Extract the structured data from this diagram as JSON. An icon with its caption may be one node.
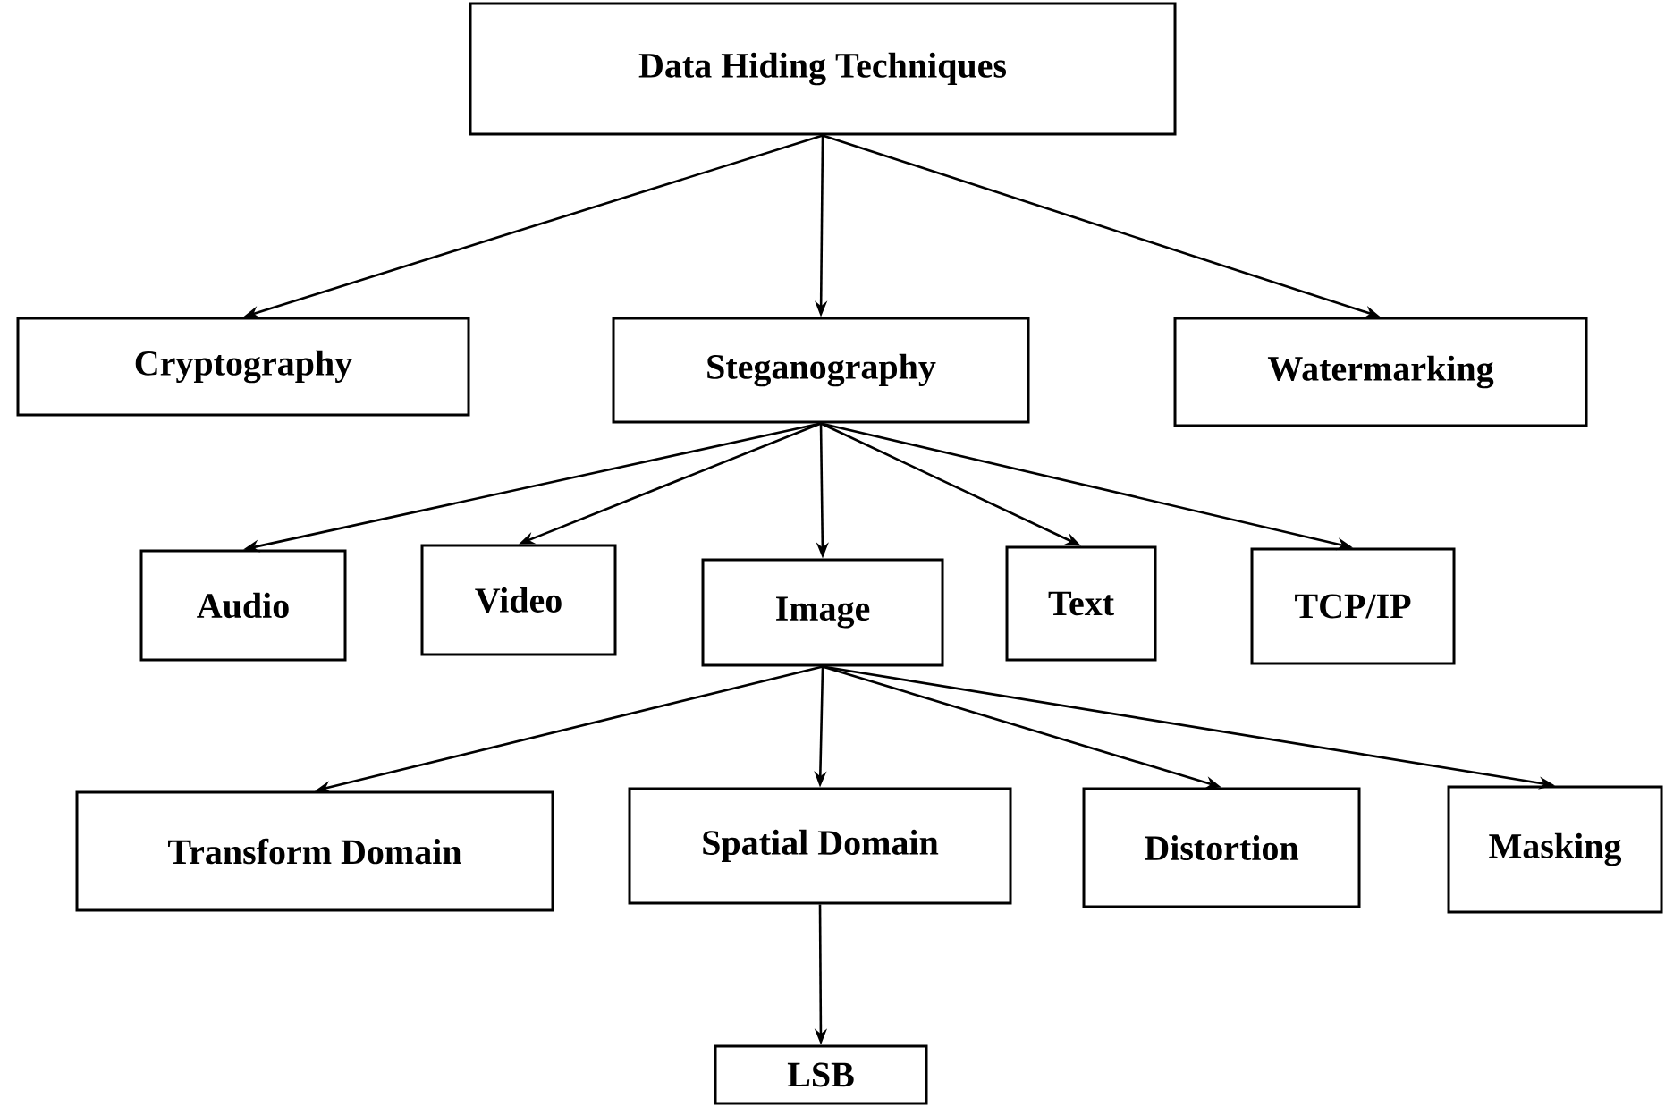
{
  "diagram": {
    "nodes": [
      {
        "text": [
          "Data Hiding Techniques"
        ]
      },
      {
        "text": [
          "Cryptography"
        ]
      },
      {
        "text": [
          "Steganography"
        ]
      },
      {
        "text": [
          "Watermarking"
        ]
      },
      {
        "text": [
          "Audio"
        ]
      },
      {
        "text": [
          "Video"
        ]
      },
      {
        "text": [
          "Image"
        ]
      },
      {
        "text": [
          "Text"
        ]
      },
      {
        "text": [
          "TCP/IP"
        ]
      },
      {
        "text": [
          "Transform Domain"
        ]
      },
      {
        "text": [
          "Spatial Domain"
        ]
      },
      {
        "text": [
          "Distortion"
        ]
      },
      {
        "text": [
          "Masking"
        ]
      },
      {
        "text": [
          "LSB"
        ]
      }
    ],
    "edges": [
      {
        "from": 0,
        "to": 1,
        "arrow": "to"
      },
      {
        "from": 0,
        "to": 2,
        "arrow": "to"
      },
      {
        "from": 0,
        "to": 3,
        "arrow": "to"
      },
      {
        "from": 2,
        "to": 4,
        "arrow": "to"
      },
      {
        "from": 2,
        "to": 5,
        "arrow": "to"
      },
      {
        "from": 2,
        "to": 6,
        "arrow": "to"
      },
      {
        "from": 2,
        "to": 7,
        "arrow": "to"
      },
      {
        "from": 2,
        "to": 8,
        "arrow": "to"
      },
      {
        "from": 6,
        "to": 9,
        "arrow": "to"
      },
      {
        "from": 6,
        "to": 10,
        "arrow": "to"
      },
      {
        "from": 6,
        "to": 11,
        "arrow": "to"
      },
      {
        "from": 6,
        "to": 12,
        "arrow": "to"
      },
      {
        "from": 10,
        "to": 13,
        "arrow": "to"
      }
    ]
  }
}
